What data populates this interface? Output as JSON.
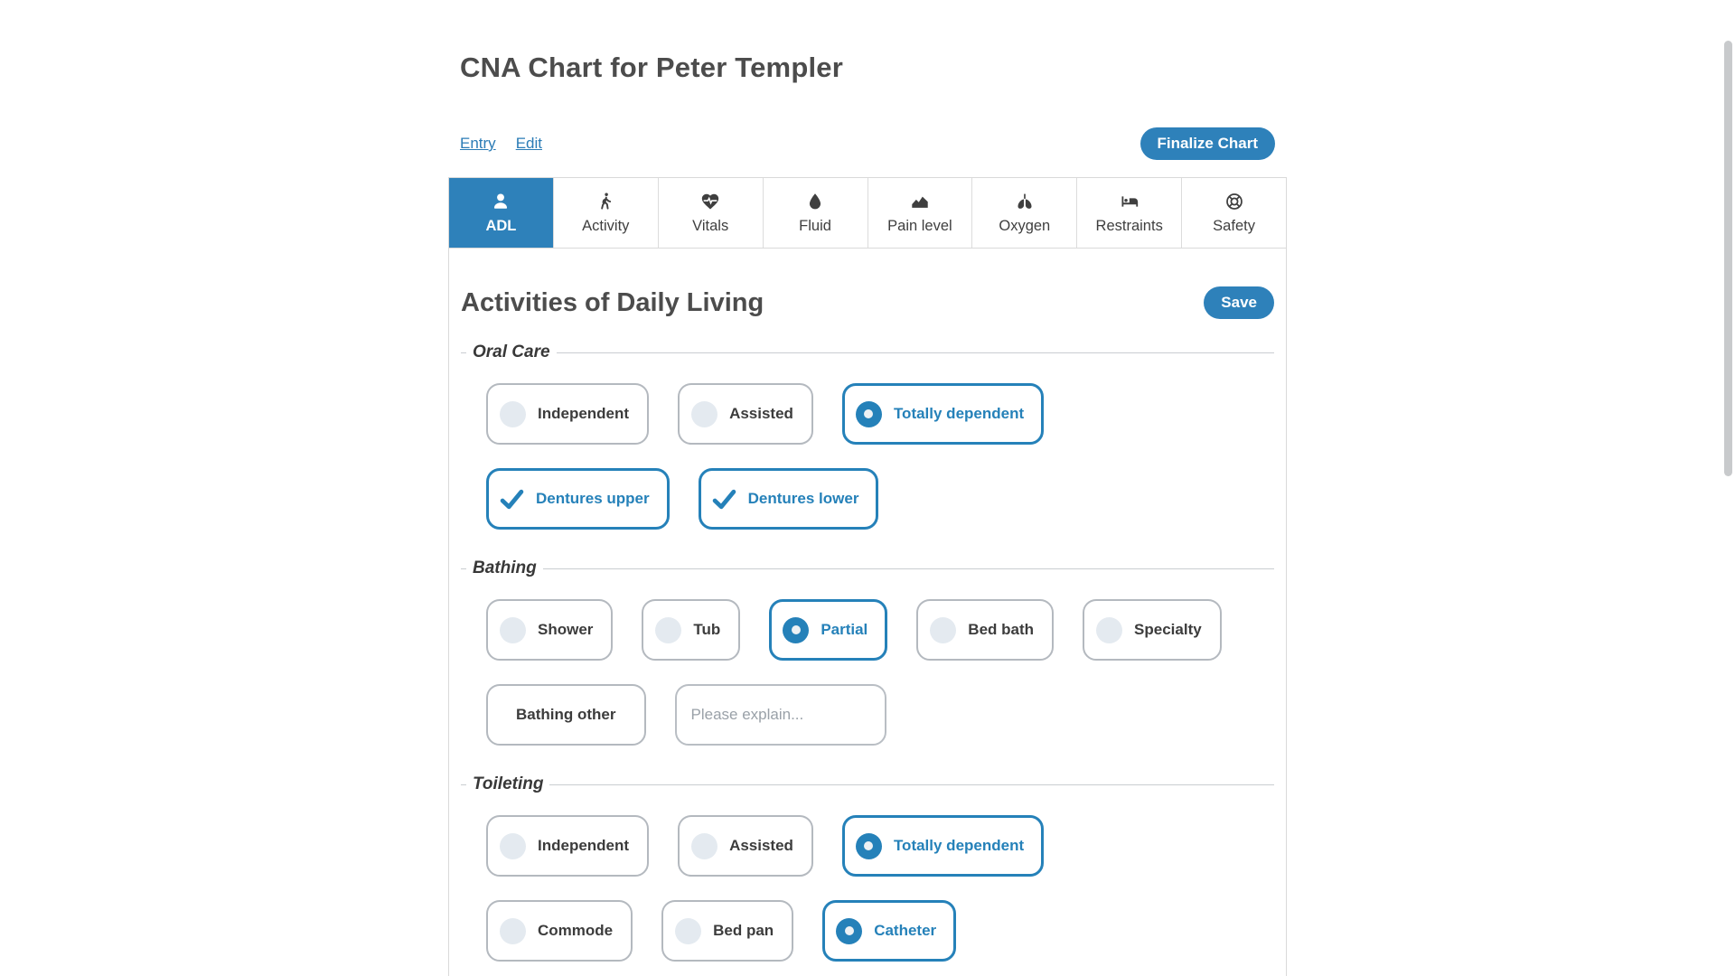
{
  "header": {
    "title": "CNA Chart for Peter Templer",
    "nav_links": [
      {
        "label": "Entry"
      },
      {
        "label": "Edit"
      }
    ],
    "finalize_button_label": "Finalize Chart"
  },
  "tabs": [
    {
      "label": "ADL",
      "icon": "person-icon",
      "active": true
    },
    {
      "label": "Activity",
      "icon": "walking-icon",
      "active": false
    },
    {
      "label": "Vitals",
      "icon": "heartbeat-icon",
      "active": false
    },
    {
      "label": "Fluid",
      "icon": "droplet-icon",
      "active": false
    },
    {
      "label": "Pain level",
      "icon": "chart-area-icon",
      "active": false
    },
    {
      "label": "Oxygen",
      "icon": "lungs-icon",
      "active": false
    },
    {
      "label": "Restraints",
      "icon": "bed-icon",
      "active": false
    },
    {
      "label": "Safety",
      "icon": "life-ring-icon",
      "active": false
    }
  ],
  "panel": {
    "heading": "Activities of Daily Living",
    "save_button_label": "Save"
  },
  "sections": [
    {
      "legend": "Oral Care",
      "rows": [
        {
          "options": [
            {
              "type": "radio",
              "label": "Independent",
              "selected": false
            },
            {
              "type": "radio",
              "label": "Assisted",
              "selected": false
            },
            {
              "type": "radio",
              "label": "Totally dependent",
              "selected": true
            }
          ]
        },
        {
          "options": [
            {
              "type": "checkbox",
              "label": "Dentures upper",
              "selected": true
            },
            {
              "type": "checkbox",
              "label": "Dentures lower",
              "selected": true
            }
          ]
        }
      ]
    },
    {
      "legend": "Bathing",
      "rows": [
        {
          "options": [
            {
              "type": "radio",
              "label": "Shower",
              "selected": false
            },
            {
              "type": "radio",
              "label": "Tub",
              "selected": false
            },
            {
              "type": "radio",
              "label": "Partial",
              "selected": true
            },
            {
              "type": "radio",
              "label": "Bed bath",
              "selected": false
            },
            {
              "type": "radio",
              "label": "Specialty",
              "selected": false
            }
          ]
        },
        {
          "options": [
            {
              "type": "checkbox",
              "label": "Bathing other",
              "selected": false
            }
          ],
          "input": {
            "placeholder": "Please explain...",
            "value": ""
          }
        }
      ]
    },
    {
      "legend": "Toileting",
      "rows": [
        {
          "options": [
            {
              "type": "radio",
              "label": "Independent",
              "selected": false
            },
            {
              "type": "radio",
              "label": "Assisted",
              "selected": false
            },
            {
              "type": "radio",
              "label": "Totally dependent",
              "selected": true
            }
          ]
        },
        {
          "options": [
            {
              "type": "radio",
              "label": "Commode",
              "selected": false
            },
            {
              "type": "radio",
              "label": "Bed pan",
              "selected": false
            },
            {
              "type": "radio",
              "label": "Catheter",
              "selected": true
            }
          ]
        }
      ]
    }
  ],
  "colors": {
    "accent": "#2581b9",
    "tab_active_bg": "#2e81ba",
    "link": "#2b7cb6",
    "card_border": "#b4b9bf",
    "text_dark": "#4c4c4c"
  }
}
